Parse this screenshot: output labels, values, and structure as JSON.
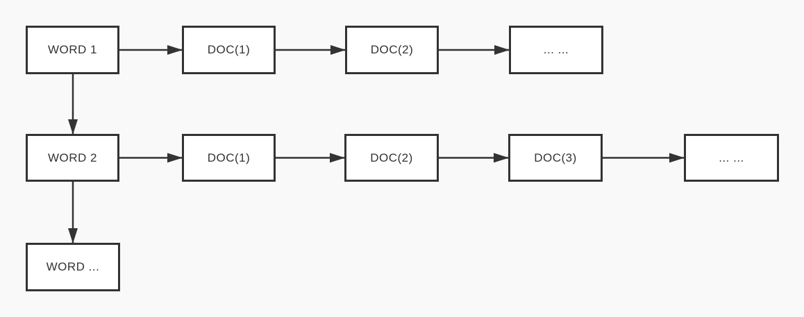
{
  "diagram": {
    "title": "inverted-index word to document posting lists",
    "colors": {
      "background": "#f9f9f9",
      "node_fill": "#ffffff",
      "stroke": "#333333",
      "text": "#333333"
    },
    "nodes": [
      {
        "id": "word-1",
        "row": 1,
        "label": "WORD 1"
      },
      {
        "id": "doc-1-1",
        "row": 1,
        "label": "DOC(1)"
      },
      {
        "id": "doc-1-2",
        "row": 1,
        "label": "DOC(2)"
      },
      {
        "id": "ellipsis-1",
        "row": 1,
        "label": "... ..."
      },
      {
        "id": "word-2",
        "row": 2,
        "label": "WORD 2"
      },
      {
        "id": "doc-2-1",
        "row": 2,
        "label": "DOC(1)"
      },
      {
        "id": "doc-2-2",
        "row": 2,
        "label": "DOC(2)"
      },
      {
        "id": "doc-2-3",
        "row": 2,
        "label": "DOC(3)"
      },
      {
        "id": "ellipsis-2",
        "row": 2,
        "label": "... ..."
      },
      {
        "id": "word-more",
        "row": 3,
        "label": "WORD ..."
      }
    ],
    "edges": [
      {
        "from": "word-1",
        "to": "doc-1-1",
        "direction": "right"
      },
      {
        "from": "doc-1-1",
        "to": "doc-1-2",
        "direction": "right"
      },
      {
        "from": "doc-1-2",
        "to": "ellipsis-1",
        "direction": "right"
      },
      {
        "from": "word-1",
        "to": "word-2",
        "direction": "down"
      },
      {
        "from": "word-2",
        "to": "doc-2-1",
        "direction": "right"
      },
      {
        "from": "doc-2-1",
        "to": "doc-2-2",
        "direction": "right"
      },
      {
        "from": "doc-2-2",
        "to": "doc-2-3",
        "direction": "right"
      },
      {
        "from": "doc-2-3",
        "to": "ellipsis-2",
        "direction": "right"
      },
      {
        "from": "word-2",
        "to": "word-more",
        "direction": "down"
      }
    ]
  }
}
